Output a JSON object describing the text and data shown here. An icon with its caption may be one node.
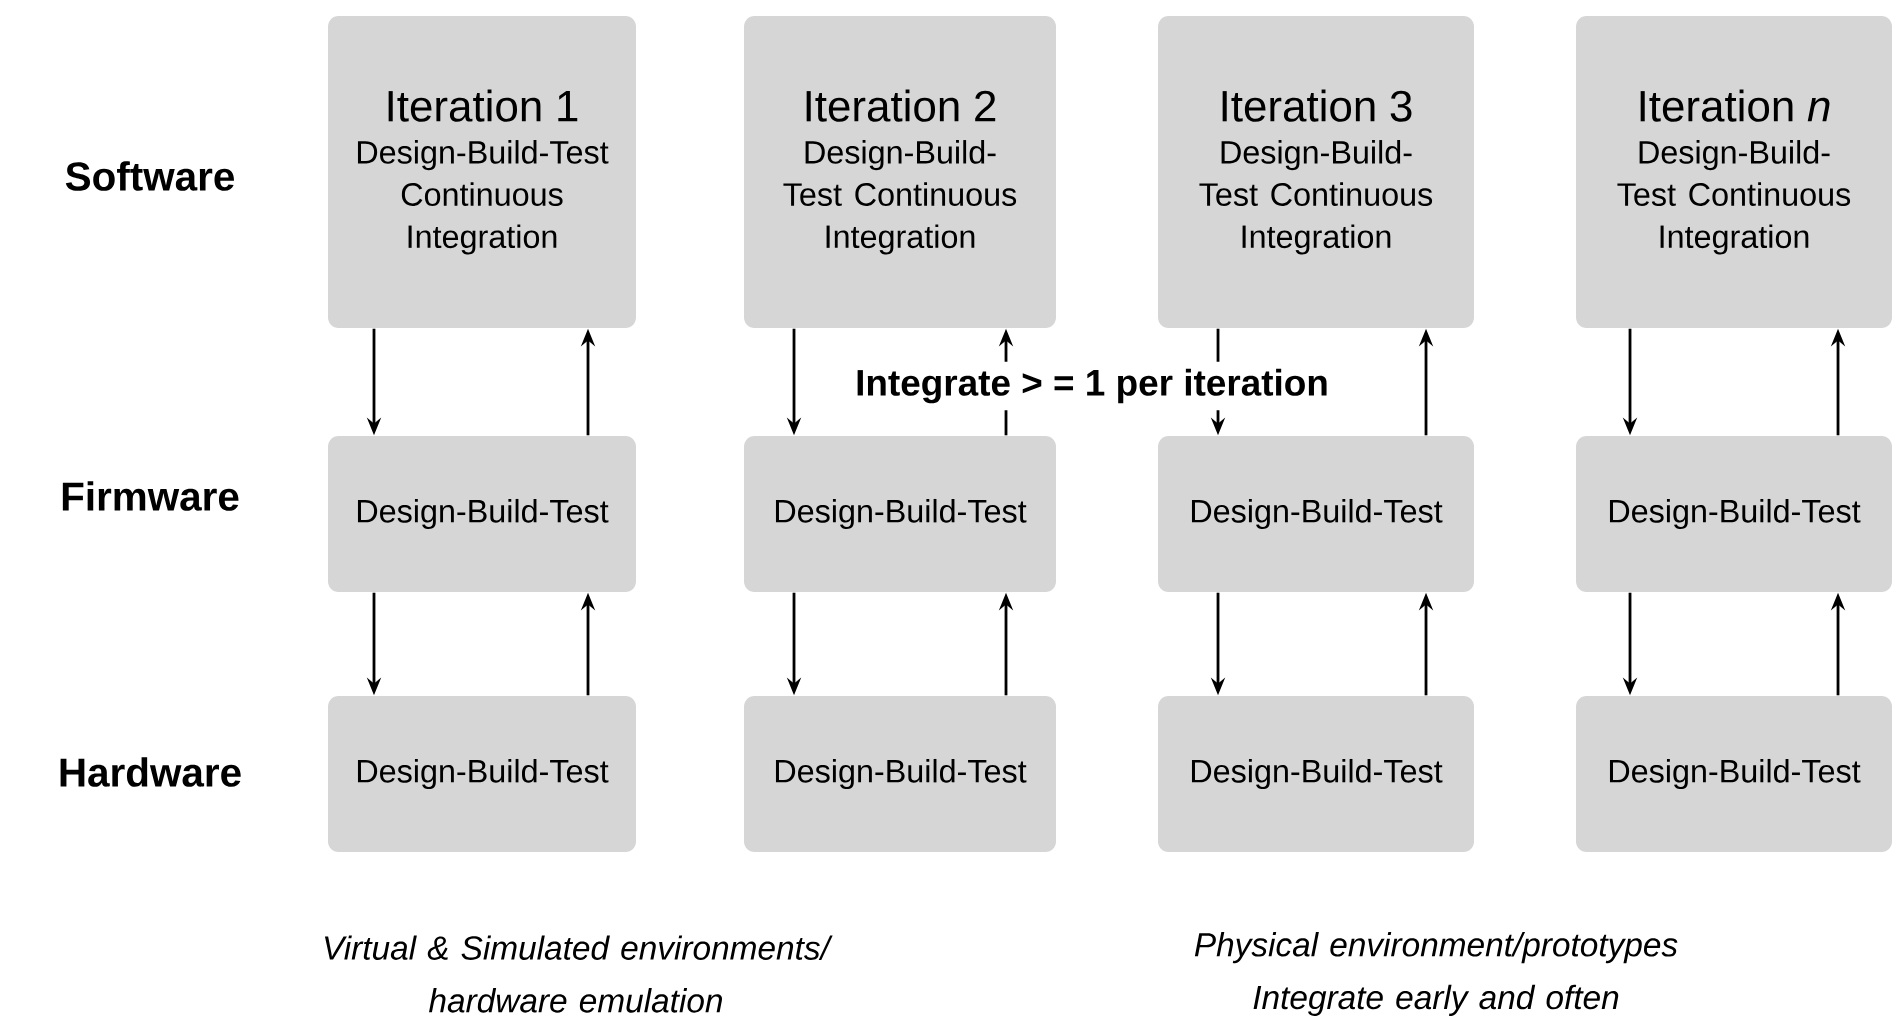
{
  "diagram": {
    "nodes": [
      {
        "text": [
          "Iteration 1",
          "Design-Build-Test Continuous Integration"
        ]
      },
      {
        "text": [
          "Iteration 2",
          "Design-Build-Test Continuous Integration"
        ]
      },
      {
        "text": [
          "Iteration 3",
          "Design-Build-Test Continuous Integration"
        ]
      },
      {
        "text": [
          "Iteration *n*",
          "Design-Build-Test Continuous Integration"
        ]
      },
      {
        "text": [
          "Design-Build-Test"
        ]
      },
      {
        "text": [
          "Design-Build-Test"
        ]
      },
      {
        "text": [
          "Design-Build-Test"
        ]
      },
      {
        "text": [
          "Design-Build-Test"
        ]
      },
      {
        "text": [
          "Design-Build-Test"
        ]
      },
      {
        "text": [
          "Design-Build-Test"
        ]
      },
      {
        "text": [
          "Design-Build-Test"
        ]
      },
      {
        "text": [
          "Design-Build-Test"
        ]
      }
    ],
    "edges": [
      {
        "from": 0,
        "to": 4,
        "arrow": "to"
      },
      {
        "from": 4,
        "to": 0,
        "arrow": "to"
      },
      {
        "from": 4,
        "to": 8,
        "arrow": "to"
      },
      {
        "from": 8,
        "to": 4,
        "arrow": "to"
      },
      {
        "from": 1,
        "to": 5,
        "arrow": "to"
      },
      {
        "from": 5,
        "to": 1,
        "arrow": "to"
      },
      {
        "from": 5,
        "to": 9,
        "arrow": "to"
      },
      {
        "from": 9,
        "to": 5,
        "arrow": "to"
      },
      {
        "from": 2,
        "to": 6,
        "arrow": "to"
      },
      {
        "from": 6,
        "to": 2,
        "arrow": "to"
      },
      {
        "from": 6,
        "to": 10,
        "arrow": "to"
      },
      {
        "from": 10,
        "to": 6,
        "arrow": "to"
      },
      {
        "from": 3,
        "to": 7,
        "arrow": "to"
      },
      {
        "from": 7,
        "to": 3,
        "arrow": "to"
      },
      {
        "from": 7,
        "to": 11,
        "arrow": "to"
      },
      {
        "from": 11,
        "to": 7,
        "arrow": "to"
      }
    ],
    "labels": [
      "Software",
      "Firmware",
      "Hardware",
      "Integrate > = 1 per iteration",
      "Virtual & Simulated environments/ hardware emulation",
      "Physical environment/prototypes Integrate early and often"
    ]
  }
}
